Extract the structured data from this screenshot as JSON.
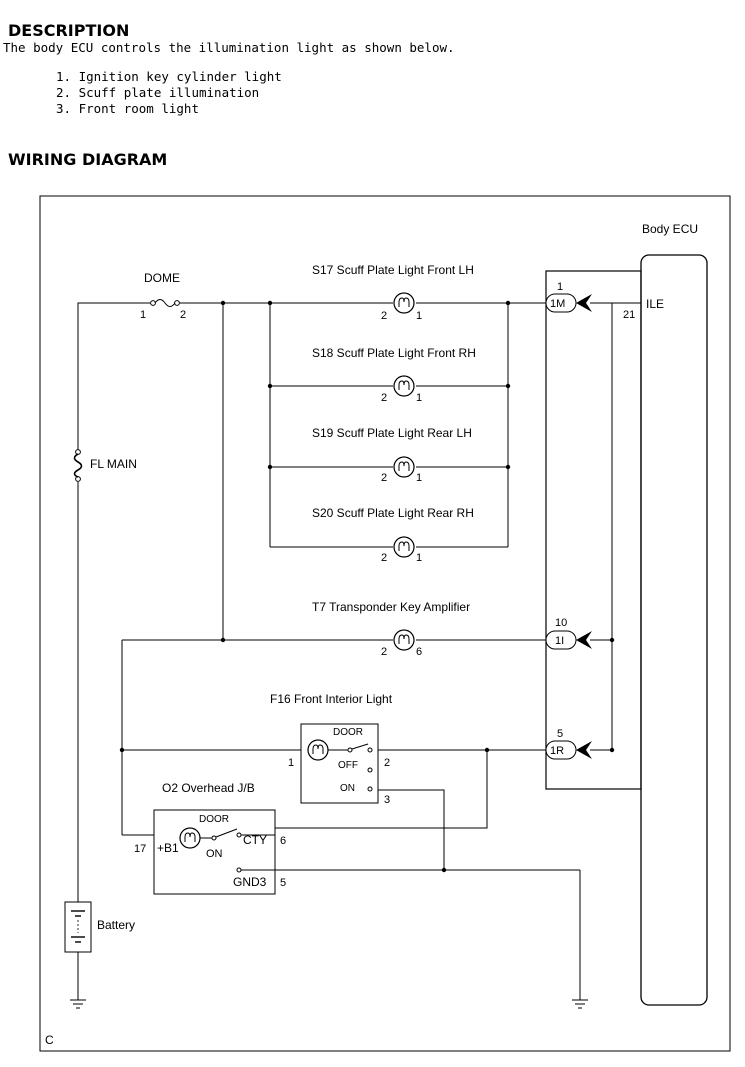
{
  "description": {
    "heading": "DESCRIPTION",
    "intro": "The body ECU controls the illumination light as shown below.",
    "items": [
      "1. Ignition key cylinder light",
      "2. Scuff plate illumination",
      "3. Front room light"
    ]
  },
  "wiring": {
    "heading": "WIRING DIAGRAM",
    "body_ecu": "Body ECU",
    "dome": "DOME",
    "fl_main": "FL MAIN",
    "battery": "Battery",
    "ile": "ILE",
    "ile_pin": "21",
    "corner_mark": "C",
    "scuff_lights": [
      {
        "label": "S17 Scuff Plate Light Front LH",
        "pin_left": "2",
        "pin_right": "1"
      },
      {
        "label": "S18 Scuff Plate Light Front RH",
        "pin_left": "2",
        "pin_right": "1"
      },
      {
        "label": "S19 Scuff Plate Light Rear LH",
        "pin_left": "2",
        "pin_right": "1"
      },
      {
        "label": "S20 Scuff Plate Light Rear RH",
        "pin_left": "2",
        "pin_right": "1"
      }
    ],
    "transponder": {
      "label": "T7 Transponder Key Amplifier",
      "pin_left": "2",
      "pin_right": "6"
    },
    "front_interior": {
      "label": "F16 Front Interior Light",
      "door": "DOOR",
      "off": "OFF",
      "on": "ON",
      "pin1": "1",
      "pin2": "2",
      "pin3": "3"
    },
    "overhead_jb": {
      "label": "O2 Overhead J/B",
      "door": "DOOR",
      "on": "ON",
      "cty": "CTY",
      "cty_pin": "6",
      "gnd": "GND3",
      "gnd_pin": "5",
      "b1": "+B1",
      "b1_pin": "17"
    },
    "connectors": [
      {
        "pin": "1",
        "name": "1M"
      },
      {
        "pin": "10",
        "name": "1I"
      },
      {
        "pin": "5",
        "name": "1R"
      }
    ]
  }
}
